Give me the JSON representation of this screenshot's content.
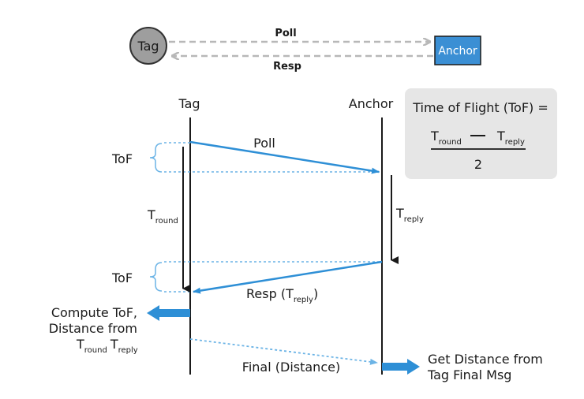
{
  "top": {
    "tag_label": "Tag",
    "anchor_label": "Anchor",
    "poll_label": "Poll",
    "resp_label": "Resp"
  },
  "timeline": {
    "tag_header": "Tag",
    "anchor_header": "Anchor",
    "poll_label": "Poll",
    "tof_label_1": "ToF",
    "tof_label_2": "ToF",
    "t_round_main": "T",
    "t_round_sub": "round",
    "t_reply_main": "T",
    "t_reply_sub": "reply",
    "resp_prefix": "Resp (T",
    "resp_sub": "reply",
    "resp_suffix": ")",
    "final_label": "Final (Distance)",
    "compute_line1": "Compute ToF,",
    "compute_line2": "Distance from",
    "compute_t1": "T",
    "compute_t1_sub": "round",
    "compute_t2": "T",
    "compute_t2_sub": "reply",
    "get_line1": "Get Distance from",
    "get_line2": "Tag Final Msg"
  },
  "formula": {
    "title": "Time of Flight (ToF) =",
    "num_t1": "T",
    "num_t1_sub": "round",
    "num_t2": "T",
    "num_t2_sub": "reply",
    "denominator": "2"
  },
  "colors": {
    "blue": "#2e8fd6",
    "light_blue": "#6cb4e6",
    "anchor_box": "#3b8fd4",
    "tag_circle": "#9e9e9e",
    "gray_dash": "#b8b8b8",
    "formula_bg": "#e6e6e6"
  }
}
